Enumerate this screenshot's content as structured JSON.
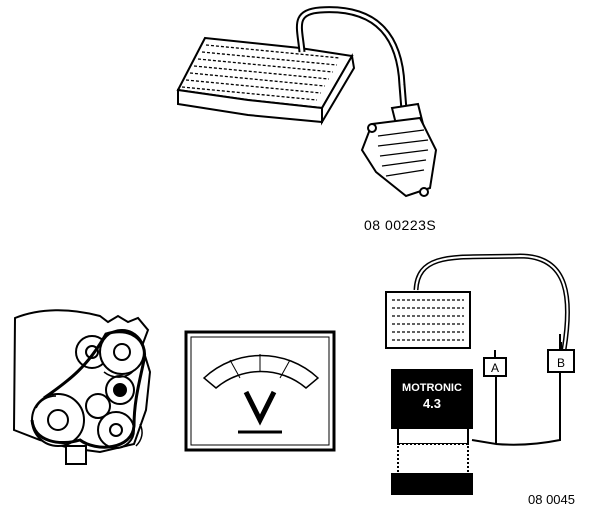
{
  "figure": {
    "top_reference": "08 00223S",
    "bottom_reference": "08 0045",
    "module": {
      "name": "MOTRONIC",
      "version": "4.3"
    },
    "meter": {
      "symbol": "V"
    },
    "plug_labels": [
      "A",
      "B"
    ]
  },
  "colors": {
    "ink": "#000000",
    "paper": "#ffffff"
  }
}
